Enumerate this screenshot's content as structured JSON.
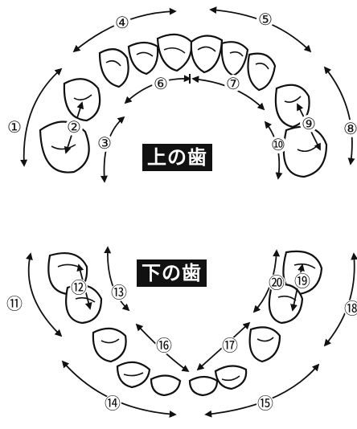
{
  "labels": {
    "upper": "上の歯",
    "lower": "下の歯"
  },
  "steps": [
    "①",
    "②",
    "③",
    "④",
    "⑤",
    "⑥",
    "⑦",
    "⑧",
    "⑨",
    "⑩",
    "⑪",
    "⑫",
    "⑬",
    "⑭",
    "⑮",
    "⑯",
    "⑰",
    "⑱",
    "⑲",
    "⑳"
  ],
  "colors": {
    "ink": "#111111",
    "paper": "#ffffff"
  }
}
